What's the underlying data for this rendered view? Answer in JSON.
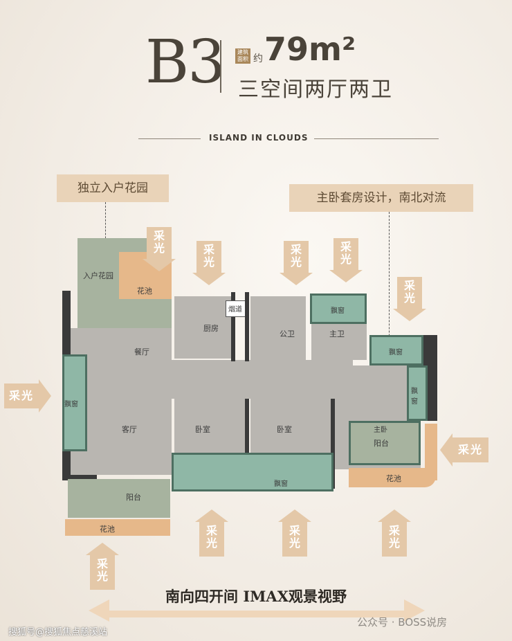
{
  "header": {
    "unit_code": "B3",
    "area_tag": "建筑面积",
    "area_approx": "约",
    "area_value": "79m²",
    "layout_title": "三空间两厅两卫",
    "tagline": "ISLAND IN CLOUDS"
  },
  "callouts": {
    "left": "独立入户花园",
    "right": "主卧套房设计，南北对流"
  },
  "rooms": {
    "entry_garden": "入户花园",
    "flower_bed_top": "花池",
    "chimney": "烟道",
    "kitchen": "厨房",
    "public_bath": "公卫",
    "bay_window_master_bath": "飘窗",
    "master_bath": "主卫",
    "bay_window_right_top": "飘窗",
    "dining": "餐厅",
    "bay_window_left": "飘窗",
    "living": "客厅",
    "bedroom_1": "卧室",
    "bedroom_2": "卧室",
    "bay_window_right": "飘窗",
    "master_bedroom": "主卧",
    "balcony_master": "阳台",
    "bay_window_bottom": "飘窗",
    "flower_bed_right": "花池",
    "balcony": "阳台",
    "flower_bed_bottom": "花池"
  },
  "light_label": "采光",
  "light_chars": [
    "采",
    "光"
  ],
  "footer": {
    "title": "南向四开间  IMAX观景视野",
    "watermark_left": "搜狐号@搜狐焦点慈溪站",
    "watermark_right": "公众号 · BOSS说房"
  },
  "colors": {
    "grey_room": "#b9b6b1",
    "green_room": "#a7b39f",
    "bay_window": "#8fb7a6",
    "flower_bed": "#e6b88a",
    "arrow": "#e4c8a8"
  }
}
